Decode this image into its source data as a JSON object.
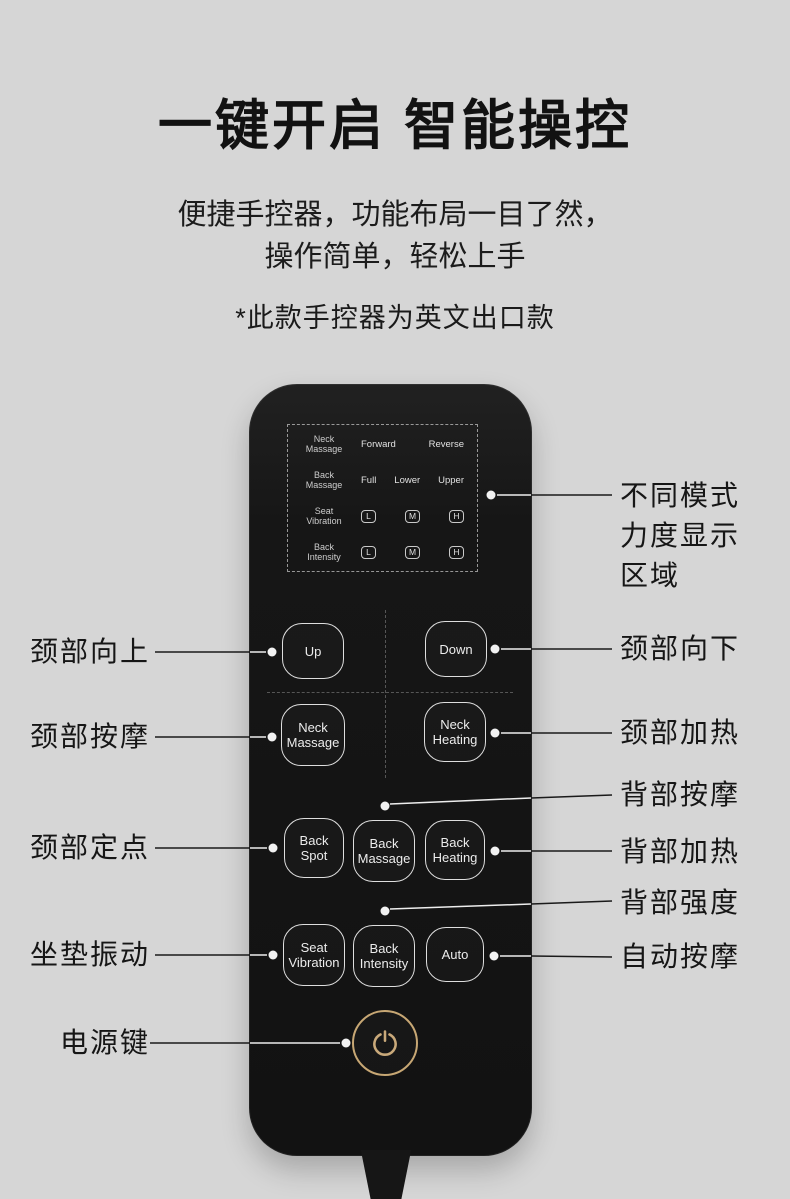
{
  "header": {
    "title": "一键开启 智能操控",
    "subtitle_line1": "便捷手控器，功能布局一目了然，",
    "subtitle_line2": "操作简单，轻松上手",
    "note": "*此款手控器为英文出口款"
  },
  "remote": {
    "display": {
      "row1": {
        "label": "Neck\nMassage",
        "val1": "Forward",
        "val2": "Reverse"
      },
      "row2": {
        "label": "Back\nMassage",
        "val1": "Full",
        "val2": "Lower",
        "val3": "Upper"
      },
      "row3": {
        "label": "Seat\nVibration",
        "val1": "L",
        "val2": "M",
        "val3": "H"
      },
      "row4": {
        "label": "Back\nIntensity",
        "val1": "L",
        "val2": "M",
        "val3": "H"
      }
    },
    "buttons": {
      "up": "Up",
      "down": "Down",
      "neck_massage": "Neck\nMassage",
      "neck_heating": "Neck\nHeating",
      "back_spot": "Back\nSpot",
      "back_massage": "Back\nMassage",
      "back_heating": "Back\nHeating",
      "seat_vibration": "Seat\nVibration",
      "back_intensity": "Back\nIntensity",
      "auto": "Auto"
    }
  },
  "callouts": {
    "display_zone": "不同模式\n力度显示\n区域",
    "neck_up": "颈部向上",
    "neck_down": "颈部向下",
    "neck_massage": "颈部按摩",
    "neck_heating": "颈部加热",
    "back_massage": "背部按摩",
    "neck_spot": "颈部定点",
    "back_heating": "背部加热",
    "back_intensity": "背部强度",
    "seat_vibration": "坐垫振动",
    "auto_massage": "自动按摩",
    "power": "电源键"
  },
  "colors": {
    "background": "#d6d6d6",
    "remote_body": "#161616",
    "button_outline": "#dedede",
    "power_accent": "#c7a774",
    "text": "#161616"
  }
}
